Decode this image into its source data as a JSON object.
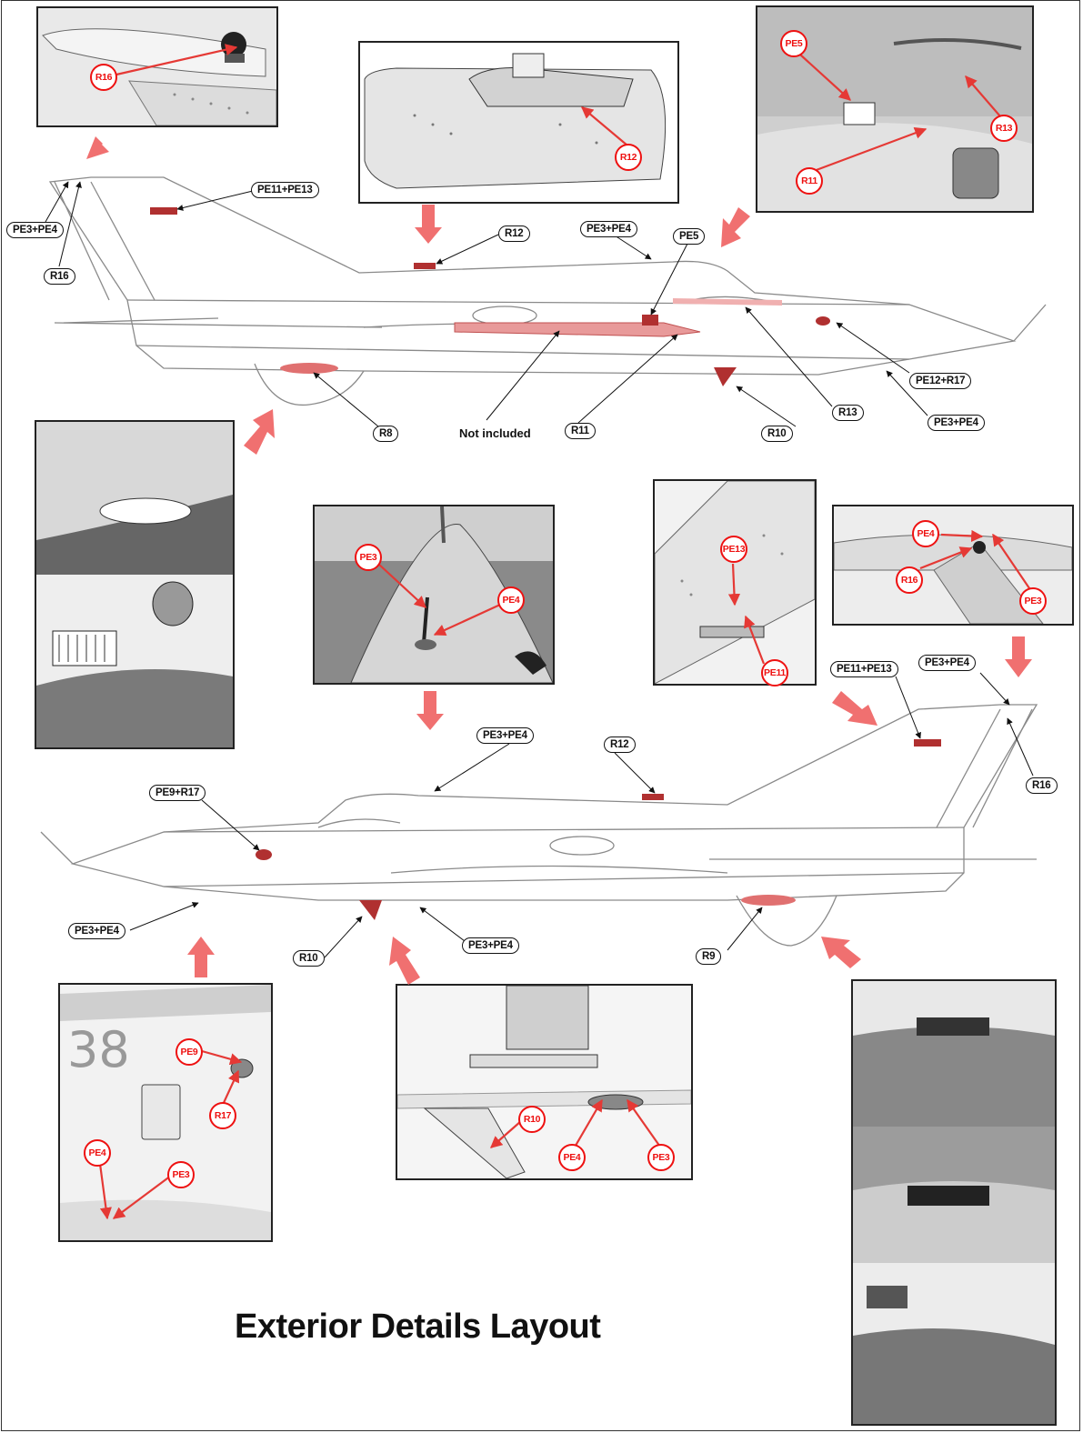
{
  "title": "Exterior Details Layout",
  "colors": {
    "accent": "#e53935",
    "arrow": "#f07070",
    "highlight": "#c0392b",
    "line": "#222222"
  },
  "top_view": {
    "callouts": {
      "pe3_pe4_fin": "PE3+PE4",
      "r16_fin": "R16",
      "pe11_pe13": "PE11+PE13",
      "r12": "R12",
      "pe3_pe4_spine": "PE3+PE4",
      "pe5": "PE5",
      "r8": "R8",
      "not_included": "Not included",
      "r11": "R11",
      "r10": "R10",
      "r13": "R13",
      "pe12_r17": "PE12+R17",
      "pe3_pe4_nose": "PE3+PE4"
    }
  },
  "bottom_view": {
    "callouts": {
      "pe11_pe13": "PE11+PE13",
      "pe3_pe4_fin": "PE3+PE4",
      "r16": "R16",
      "pe3_pe4_spine": "PE3+PE4",
      "r12": "R12",
      "pe9_r17": "PE9+R17",
      "pe3_pe4_nose": "PE3+PE4",
      "r10": "R10",
      "pe3_pe4_belly": "PE3+PE4",
      "r9": "R9"
    }
  },
  "photo_labels": {
    "p1_r16": "R16",
    "p2_r12": "R12",
    "p3_pe5": "PE5",
    "p3_r13": "R13",
    "p3_r11": "R11",
    "p5_pe3": "PE3",
    "p5_pe4": "PE4",
    "p6_pe13": "PE13",
    "p6_pe11": "PE11",
    "p7_pe4": "PE4",
    "p7_r16": "R16",
    "p7_pe3": "PE3",
    "p8_pe9": "PE9",
    "p8_r17": "R17",
    "p8_pe4": "PE4",
    "p8_pe3": "PE3",
    "p9_r10": "R10",
    "p9_pe4": "PE4",
    "p9_pe3": "PE3"
  }
}
